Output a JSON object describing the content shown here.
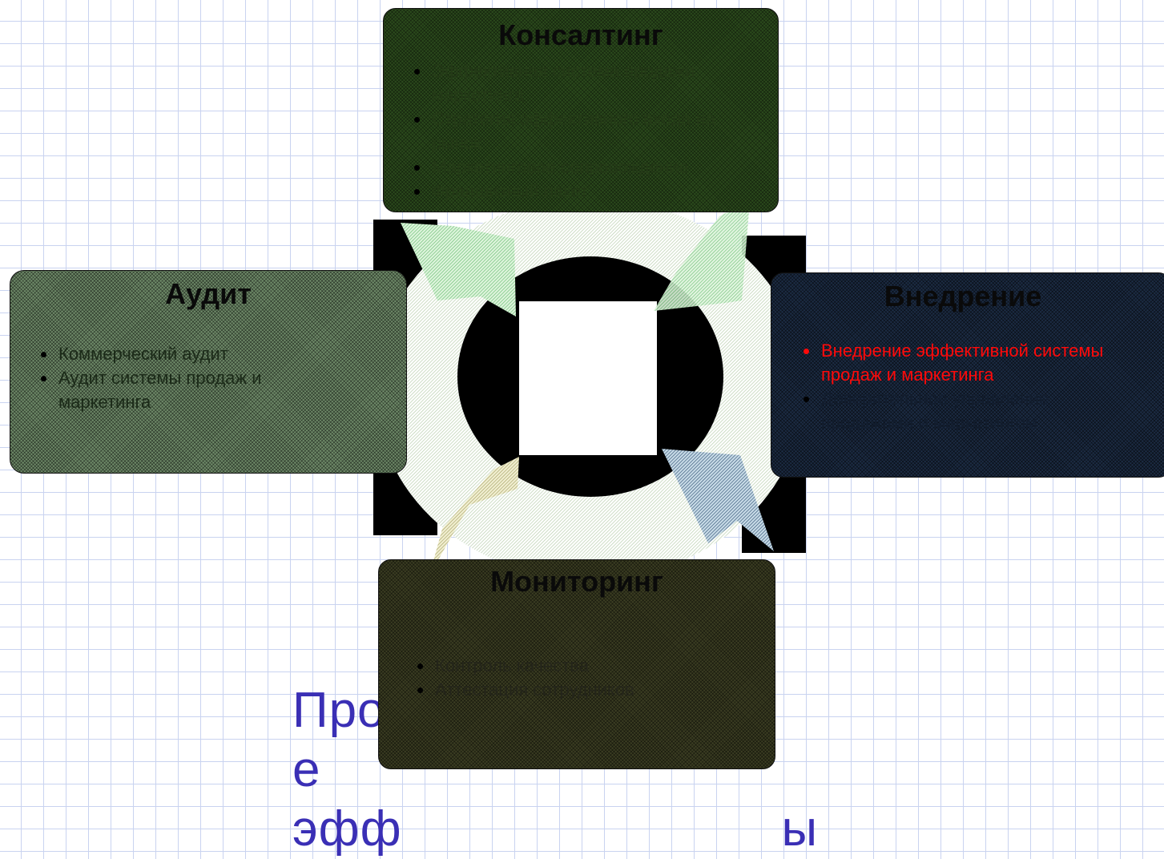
{
  "slide": {
    "title_visible": "Про",
    "title_tail": "е",
    "title_second_line": "эфф                          ы"
  },
  "boxes": {
    "consulting": {
      "title": "Консалтинг",
      "items": [
        "Эффективная система продажи маркетинга",
        "Стратегия эффективного входа на рынок",
        "Маркетинговое сопровождение",
        "Франшизный пакет"
      ]
    },
    "audit": {
      "title": "Аудит",
      "items": [
        "Коммерческий аудит",
        "Аудит системы продаж и маркетинга"
      ]
    },
    "implementation": {
      "title": "Внедрение",
      "items": [
        "Внедрение эффективной системы продаж и маркетинга",
        "Доверительное управление продажами и маркетингом"
      ]
    },
    "monitoring": {
      "title": "Мониторинг",
      "items": [
        "Контроль качества",
        "Аттестация сотрудников"
      ]
    }
  },
  "colors": {
    "title": "#3a2fb5",
    "highlight": "#ff0a0a",
    "grid": "#c9d3f0"
  }
}
